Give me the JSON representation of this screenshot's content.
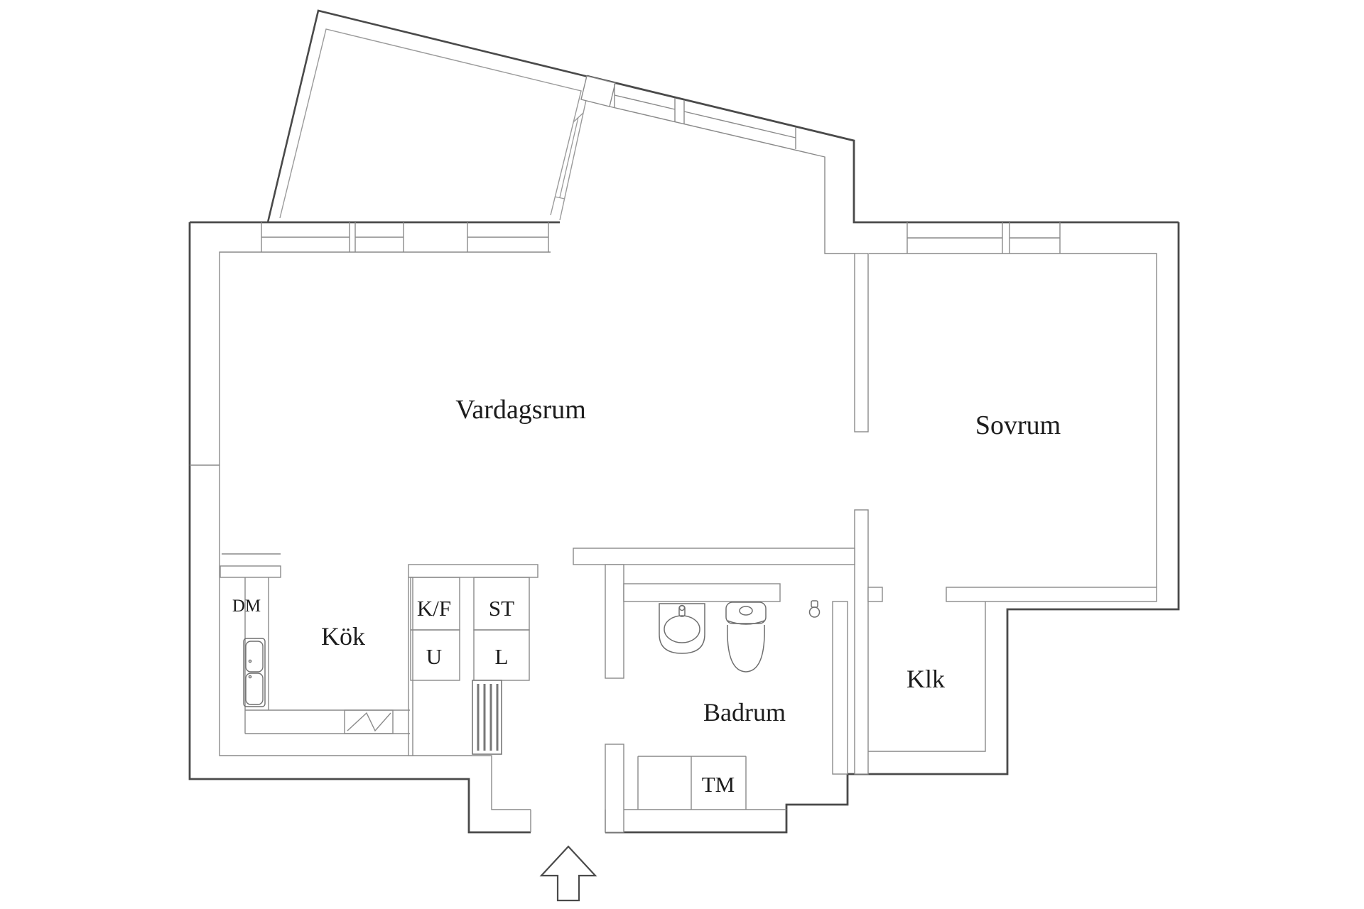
{
  "page": {
    "title": "Apartment floor plan",
    "background": "#ffffff",
    "wall_color_outer": "#4a4a4a",
    "wall_color_inner": "#8a8a8a",
    "text_color": "#1c1c1c"
  },
  "plan": {
    "rooms": [
      {
        "id": "vardagsrum",
        "label": "Vardagsrum"
      },
      {
        "id": "sovrum",
        "label": "Sovrum"
      },
      {
        "id": "kok",
        "label": "Kök"
      },
      {
        "id": "badrum",
        "label": "Badrum"
      },
      {
        "id": "klk",
        "label": "Klk"
      }
    ],
    "fixtures": [
      {
        "id": "dm",
        "label": "DM"
      },
      {
        "id": "kf",
        "label": "K/F"
      },
      {
        "id": "u",
        "label": "U"
      },
      {
        "id": "st",
        "label": "ST"
      },
      {
        "id": "l",
        "label": "L"
      },
      {
        "id": "tm",
        "label": "TM"
      }
    ],
    "icons": [
      {
        "id": "entrance-arrow",
        "meaning": "entrance direction arrow pointing up into the apartment"
      }
    ]
  }
}
